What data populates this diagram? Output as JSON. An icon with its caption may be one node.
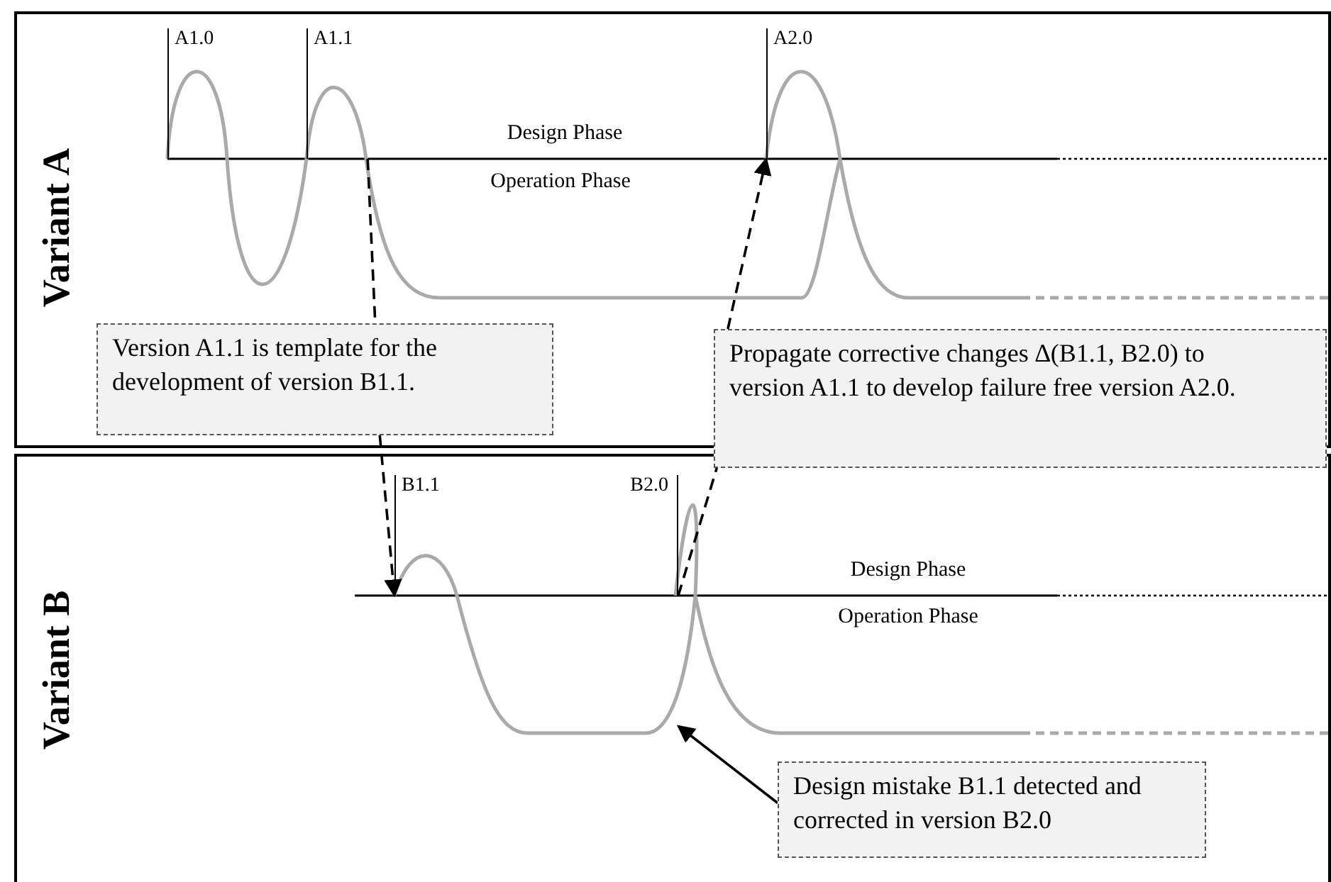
{
  "diagram": {
    "nodes": [
      {
        "text": [
          "Variant A"
        ]
      },
      {
        "text": [
          "A1.0"
        ],
        "in": 0
      },
      {
        "text": [
          "A1.1"
        ],
        "in": 0
      },
      {
        "text": [
          "A2.0"
        ],
        "in": 0
      },
      {
        "text": [
          "Version A1.1 is template for the development of version B1.1."
        ],
        "in": 0
      },
      {
        "text": [
          "Propagate corrective changes ∆(B1.1, B2.0) to version A1.1 to develop failure free version A2.0."
        ]
      },
      {
        "text": [
          "Variant B"
        ]
      },
      {
        "text": [
          "B1.1"
        ],
        "in": 6
      },
      {
        "text": [
          "B2.0"
        ],
        "in": 6
      },
      {
        "text": [
          "Design mistake B1.1 detected and corrected in version B2.0"
        ],
        "in": 6
      }
    ],
    "edges": [
      {
        "from": 2,
        "to": 4,
        "arrow": "none",
        "style": "dashed"
      },
      {
        "from": 4,
        "to": 7,
        "arrow": "to",
        "style": "dashed"
      },
      {
        "from": 8,
        "to": 5,
        "arrow": "none",
        "style": "dashed"
      },
      {
        "from": 5,
        "to": 3,
        "arrow": "to",
        "style": "dashed"
      },
      {
        "from": 9,
        "to": null,
        "arrow": "to"
      }
    ],
    "labels": [
      "Design Phase",
      "Operation Phase",
      "Design Phase",
      "Operation Phase"
    ]
  }
}
